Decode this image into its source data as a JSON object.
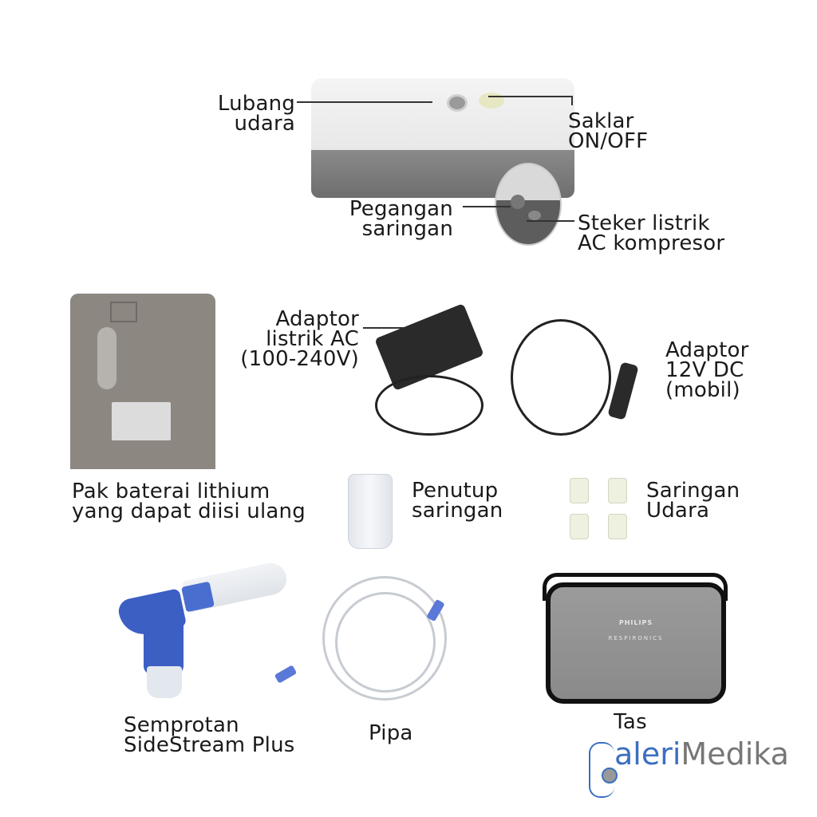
{
  "compressor": {
    "labels": {
      "air_hole": "Lubang\nudara",
      "power_switch": "Saklar\nON/OFF",
      "filter_handle": "Pegangan\nsaringan",
      "ac_plug": "Steker listrik\nAC kompresor"
    }
  },
  "accessories": {
    "battery": "Pak baterai lithium\nyang dapat diisi ulang",
    "ac_adapter": "Adaptor\nlistrik AC\n(100-240V)",
    "dc_adapter": "Adaptor\n12V DC\n(mobil)",
    "filter_cover": "Penutup\nsaringan",
    "air_filters": "Saringan\nUdara",
    "nebulizer": "Semprotan\nSideStream Plus",
    "tubing": "Pipa",
    "bag": "Tas"
  },
  "bag_branding": {
    "brand": "PHILIPS",
    "sub_brand": "RESPIRONICS"
  },
  "logo": {
    "part1": "aleri",
    "part2": "Medika",
    "icon": "stethoscope-icon"
  },
  "colors": {
    "text": "#1a1a1a",
    "logo_blue": "#3b6fc0",
    "logo_gray": "#777777",
    "nebulizer_blue": "#3c5fc4"
  }
}
